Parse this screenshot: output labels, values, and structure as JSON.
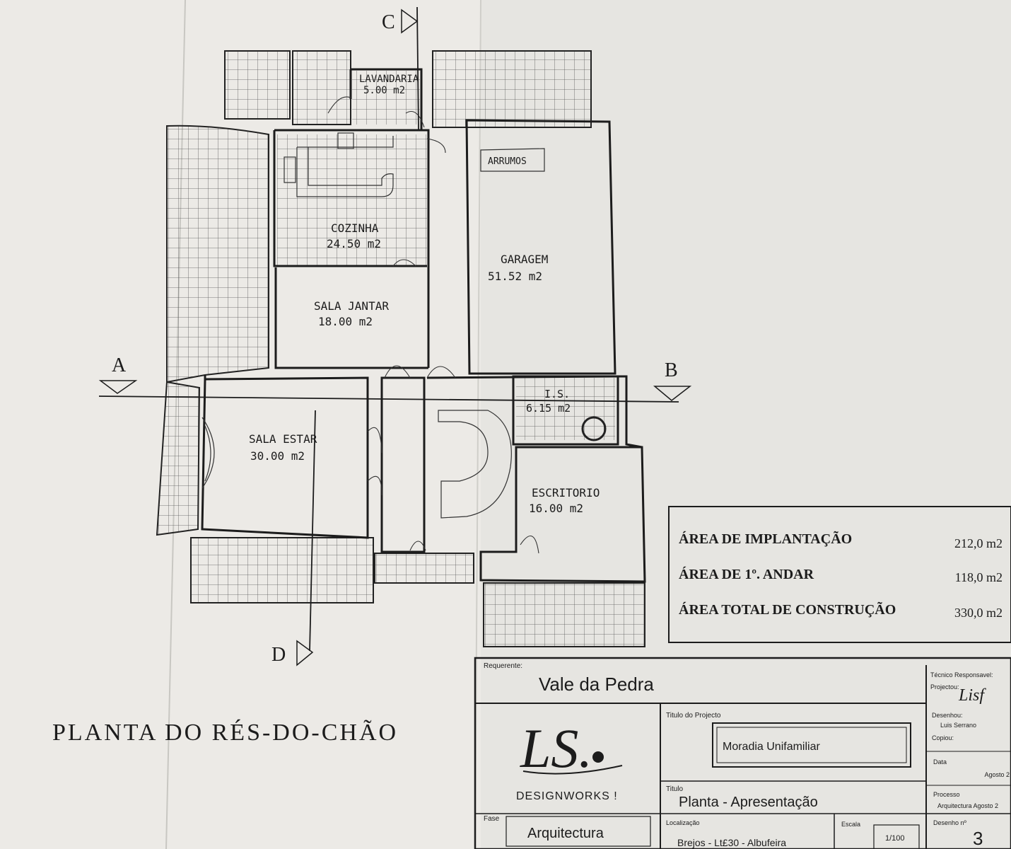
{
  "section_markers": {
    "a": "A",
    "b": "B",
    "c": "C",
    "d": "D"
  },
  "rooms": {
    "lavandaria": {
      "name": "LAVANDARIA",
      "area": "5.00 m2"
    },
    "cozinha": {
      "name": "COZINHA",
      "area": "24.50 m2"
    },
    "arrumos": {
      "name": "ARRUMOS"
    },
    "garagem": {
      "name": "GARAGEM",
      "area": "51.52 m2"
    },
    "sala_jantar": {
      "name": "SALA JANTAR",
      "area": "18.00 m2"
    },
    "is": {
      "name": "I.S.",
      "area": "6.15 m2"
    },
    "sala_estar": {
      "name": "SALA ESTAR",
      "area": "30.00 m2"
    },
    "escritorio": {
      "name": "ESCRITORIO",
      "area": "16.00 m2"
    }
  },
  "areas_table": [
    {
      "label": "ÁREA DE IMPLANTAÇÃO",
      "value": "212,0 m2"
    },
    {
      "label": "ÁREA DE 1º. ANDAR",
      "value": "118,0 m2"
    },
    {
      "label": "ÁREA TOTAL DE CONSTRUÇÃO",
      "value": "330,0 m2"
    }
  ],
  "plan_title": "PLANTA DO RÉS-DO-CHÃO",
  "title_block": {
    "requerente_label": "Requerente:",
    "requerente": "Vale da Pedra",
    "tecnico_label": "Técnico Responsavel:",
    "projectou_label": "Projectou:",
    "projectou_signature": "Lisf",
    "desenhou_label": "Desenhou:",
    "desenhou": "Luis Serrano",
    "copiou_label": "Copiou:",
    "titulo_projecto_label": "Titulo do Projecto",
    "titulo_projecto": "Moradia Unifamiliar",
    "data_label": "Data",
    "data": "Agosto 2",
    "logo_text": "LS.",
    "designworks": "DESIGNWORKS !",
    "titulo_label": "Titulo",
    "titulo": "Planta - Apresentação",
    "processo_label": "Processo",
    "processo": "Arquitectura   Agosto 2",
    "fase_label": "Fase",
    "fase": "Arquitectura",
    "localizacao_label": "Localização",
    "localizacao": "Brejos - Lt£30 - Albufeira",
    "escala_label": "Escala",
    "escala": "1/100",
    "desenho_label": "Desenho nº",
    "desenho": "3"
  }
}
